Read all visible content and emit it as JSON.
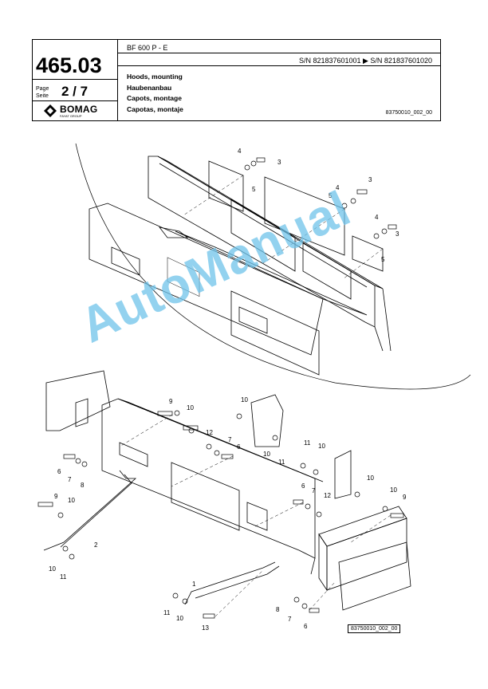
{
  "header": {
    "part_number": "465.03",
    "page_label_en": "Page",
    "page_label_de": "Seite",
    "page_number": "2 / 7",
    "model": "BF 600 P - E",
    "serial_range": "S/N 821837601001  ▶  S/N 821837601020",
    "titles": [
      "Hoods, mounting",
      "Haubenanbau",
      "Capots, montage",
      "Capotas, montaje"
    ],
    "doc_ref": "83750010_002_00"
  },
  "logo": {
    "name": "BOMAG",
    "tagline": "FAYAT GROUP"
  },
  "drawing": {
    "reference": "83750010_002_00",
    "callouts_upper": [
      "4",
      "3",
      "5",
      "3",
      "4",
      "5",
      "4",
      "3",
      "5"
    ],
    "callouts_lower": [
      "9",
      "10",
      "10",
      "12",
      "7",
      "6",
      "10",
      "11",
      "6",
      "7",
      "8",
      "9",
      "10",
      "2",
      "11",
      "10",
      "6",
      "7",
      "12",
      "10",
      "10",
      "9",
      "10",
      "11",
      "1",
      "11",
      "10",
      "13",
      "8",
      "7",
      "6"
    ]
  },
  "watermark": {
    "text": "AutoManual",
    "color": "#6fc3ea"
  }
}
